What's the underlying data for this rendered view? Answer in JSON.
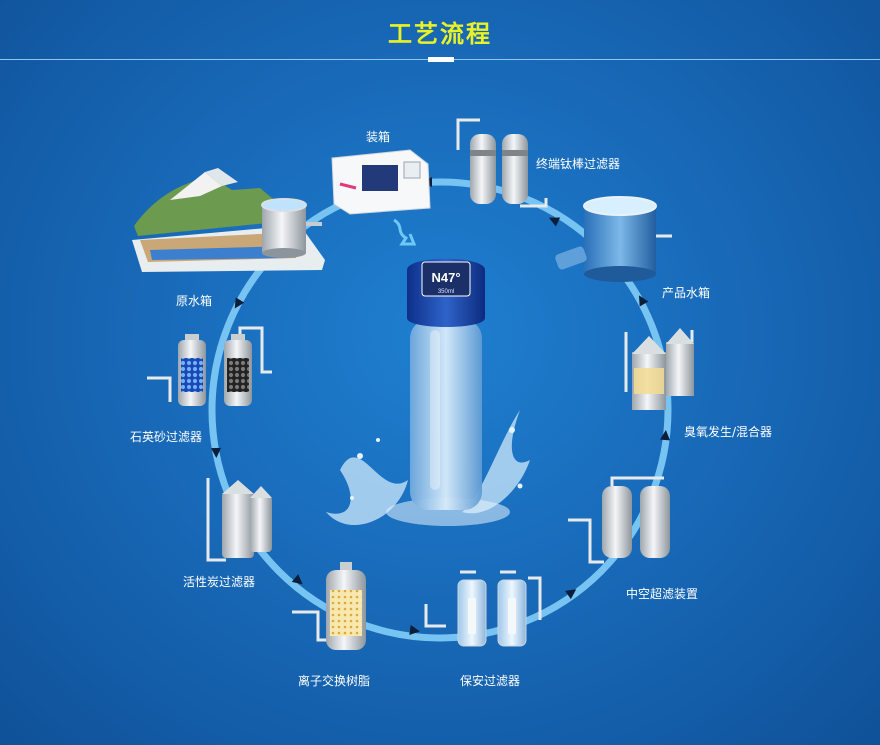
{
  "header": {
    "title": "工艺流程"
  },
  "steps": {
    "raw_water_tank": "原水箱",
    "quartz_sand_filter": "石英砂过滤器",
    "activated_carbon_filter": "活性炭过滤器",
    "ion_exchange_resin": "离子交换树脂",
    "security_filter": "保安过滤器",
    "hollow_ultrafiltration": "中空超滤装置",
    "ozone_generator_mixer": "臭氧发生/混合器",
    "product_water_tank": "产品水箱",
    "titanium_rod_filter": "终端钛棒过滤器",
    "packing": "装箱"
  },
  "product": {
    "brand_text": "N47°",
    "bottle_volume": "350ml"
  },
  "colors": {
    "background": "#1766b4",
    "title": "#e9f226",
    "ring": "#7cc8f4",
    "arrow": "#0b1e3a"
  }
}
